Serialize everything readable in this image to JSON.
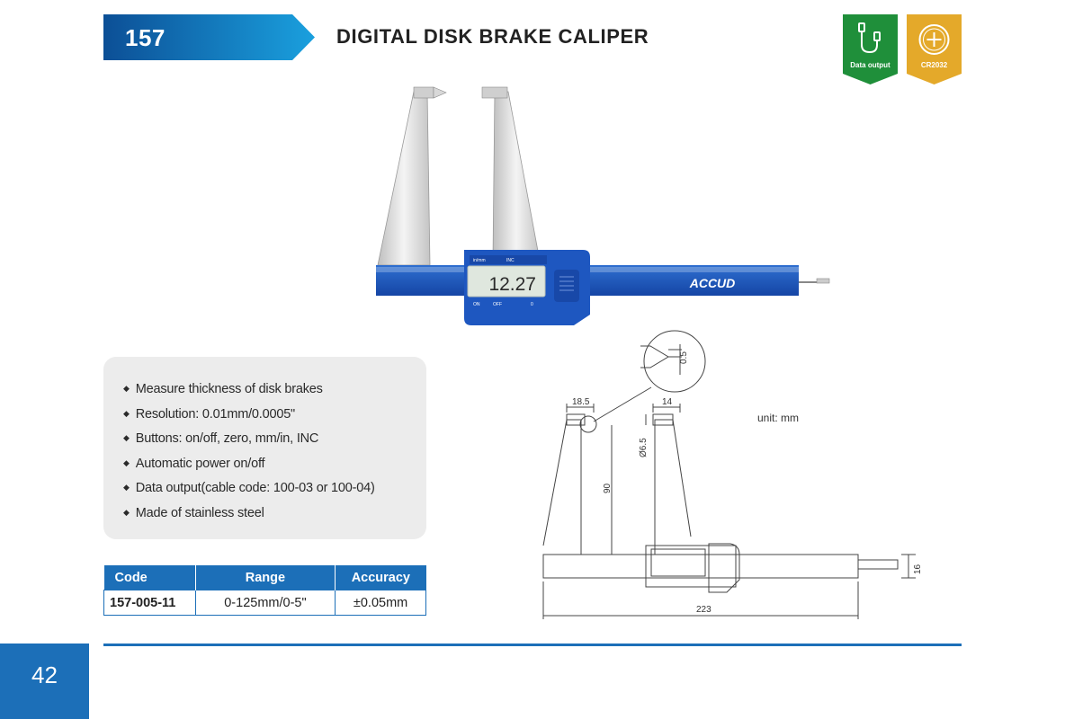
{
  "header": {
    "code": "157",
    "title": "DIGITAL DISK BRAKE CALIPER"
  },
  "badges": [
    {
      "label": "Data output",
      "icon": "cable-icon",
      "color": "#1f8f3a"
    },
    {
      "label": "CR2032",
      "icon": "battery-cell-icon",
      "color": "#e4a92a"
    }
  ],
  "product": {
    "brand": "ACCUD",
    "display": "12.27",
    "buttons": {
      "inmm": "in/mm",
      "inc": "INC",
      "on": "ON",
      "off": "OFF",
      "zero": "0"
    }
  },
  "features": [
    "Measure thickness of disk brakes",
    "Resolution: 0.01mm/0.0005\"",
    "Buttons: on/off, zero, mm/in, INC",
    "Automatic power on/off",
    "Data output(cable code: 100-03 or 100-04)",
    "Made of stainless steel"
  ],
  "spec_table": {
    "headers": [
      "Code",
      "Range",
      "Accuracy"
    ],
    "rows": [
      [
        "157-005-11",
        "0-125mm/0-5\"",
        "±0.05mm"
      ]
    ]
  },
  "drawing": {
    "unit": "unit: mm",
    "dims": {
      "detail": "0.5",
      "jaw_left": "18.5",
      "jaw_right": "14",
      "tip_dia": "Ø6.5",
      "jaw_depth": "90",
      "beam": "16",
      "length": "223"
    }
  },
  "page_number": "42",
  "colors": {
    "brand_blue": "#1c6fb8",
    "panel_gray": "#ececec"
  }
}
